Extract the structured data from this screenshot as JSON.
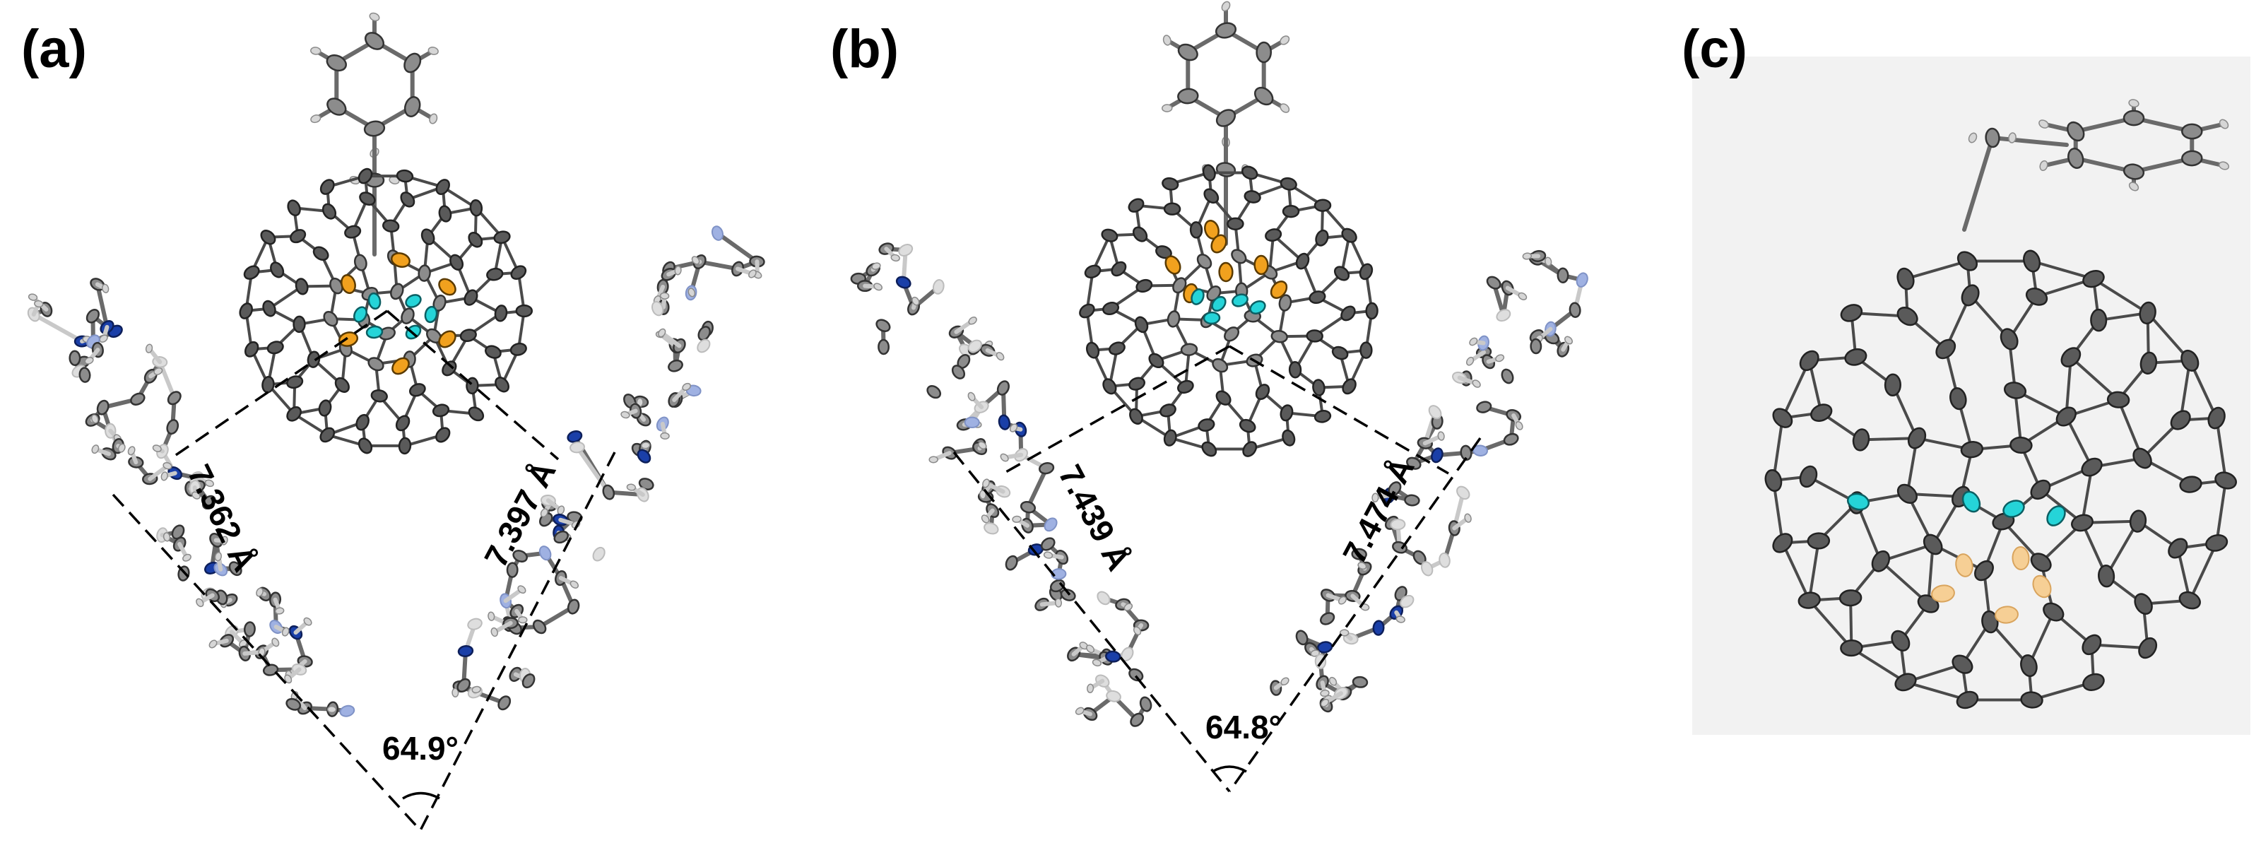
{
  "figure": {
    "panels": [
      {
        "label": "(a)",
        "distance_left": "7.362 Å",
        "distance_right": "7.397 Å",
        "angle": "64.9°"
      },
      {
        "label": "(b)",
        "distance_left": "7.439 Å",
        "distance_right": "7.474 Å",
        "angle": "64.8°"
      },
      {
        "label": "(c)"
      }
    ]
  },
  "colors": {
    "carbon": "#8c8c8c",
    "hydrogen": "#d6d6d6",
    "nitrogen": "#1a3fa8",
    "scandium": "#f1a11e",
    "fluorine": "#25d4d8"
  }
}
